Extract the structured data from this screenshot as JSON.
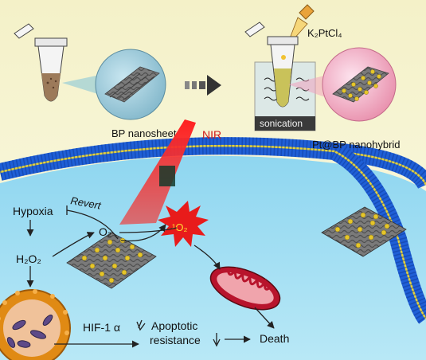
{
  "top": {
    "bp_label": "BP nanosheet",
    "reagent_label": "K₂PtCl₄",
    "sonication_label": "sonication",
    "hybrid_label": "Pt@BP nanohybrid"
  },
  "cell": {
    "nir_label": "NIR",
    "hypoxia": "Hypoxia",
    "revert": "Revert",
    "h2o2": "H₂O₂",
    "o2": "O₂",
    "singlet_o2": "¹O₂",
    "hif": "HIF-1 α",
    "apoptotic": "Apoptotic",
    "resistance": "resistance",
    "death": "Death"
  },
  "colors": {
    "top_bg": "#f6f4c4",
    "cell_bg": "#9fdcf0",
    "membrane": "#1f5fd6",
    "laser": "#e02020",
    "particle": "#e0c020",
    "sheet": "#6f6f6f"
  }
}
